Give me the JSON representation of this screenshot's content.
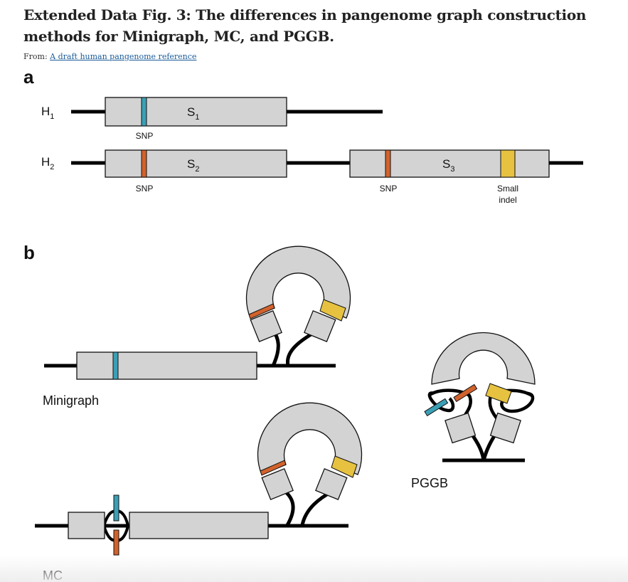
{
  "header": {
    "title": "Extended Data Fig. 3: The differences in pangenome graph construction methods for Minigraph, MC, and PGGB.",
    "from_prefix": "From: ",
    "source_link": "A draft human pangenome reference"
  },
  "panel_a": {
    "label": "a",
    "h1": {
      "name": "H",
      "sub": "1"
    },
    "h2": {
      "name": "H",
      "sub": "2"
    },
    "s1": {
      "name": "S",
      "sub": "1"
    },
    "s2": {
      "name": "S",
      "sub": "2"
    },
    "s3": {
      "name": "S",
      "sub": "3"
    },
    "snp1": "SNP",
    "snp2": "SNP",
    "snp3": "SNP",
    "indel_line1": "Small",
    "indel_line2": "indel"
  },
  "panel_b": {
    "label": "b",
    "minigraph": "Minigraph",
    "mc": "MC",
    "pggb": "PGGB"
  },
  "colors": {
    "block": "#d3d3d3",
    "snp_blue": "#3aa0b5",
    "snp_orange": "#d2622c",
    "indel_yellow": "#e6c240",
    "line": "#000000"
  }
}
